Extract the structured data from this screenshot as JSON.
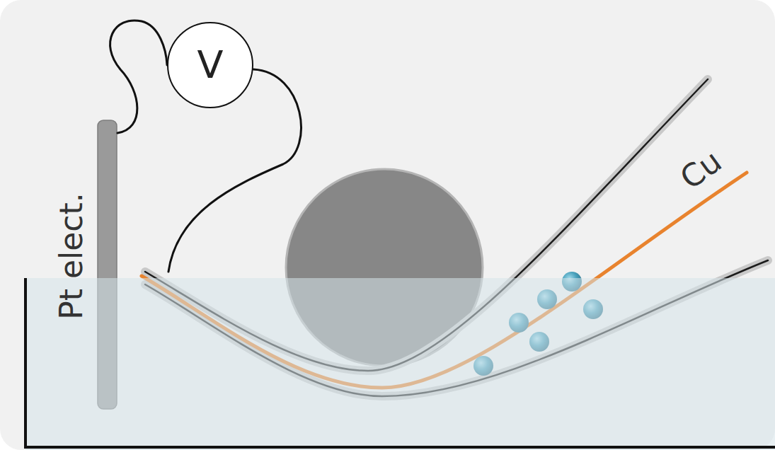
{
  "diagram": {
    "nodes": [
      {
        "text": [
          "V"
        ]
      }
    ],
    "labels": [
      "Pt elect.",
      "Cu"
    ]
  }
}
